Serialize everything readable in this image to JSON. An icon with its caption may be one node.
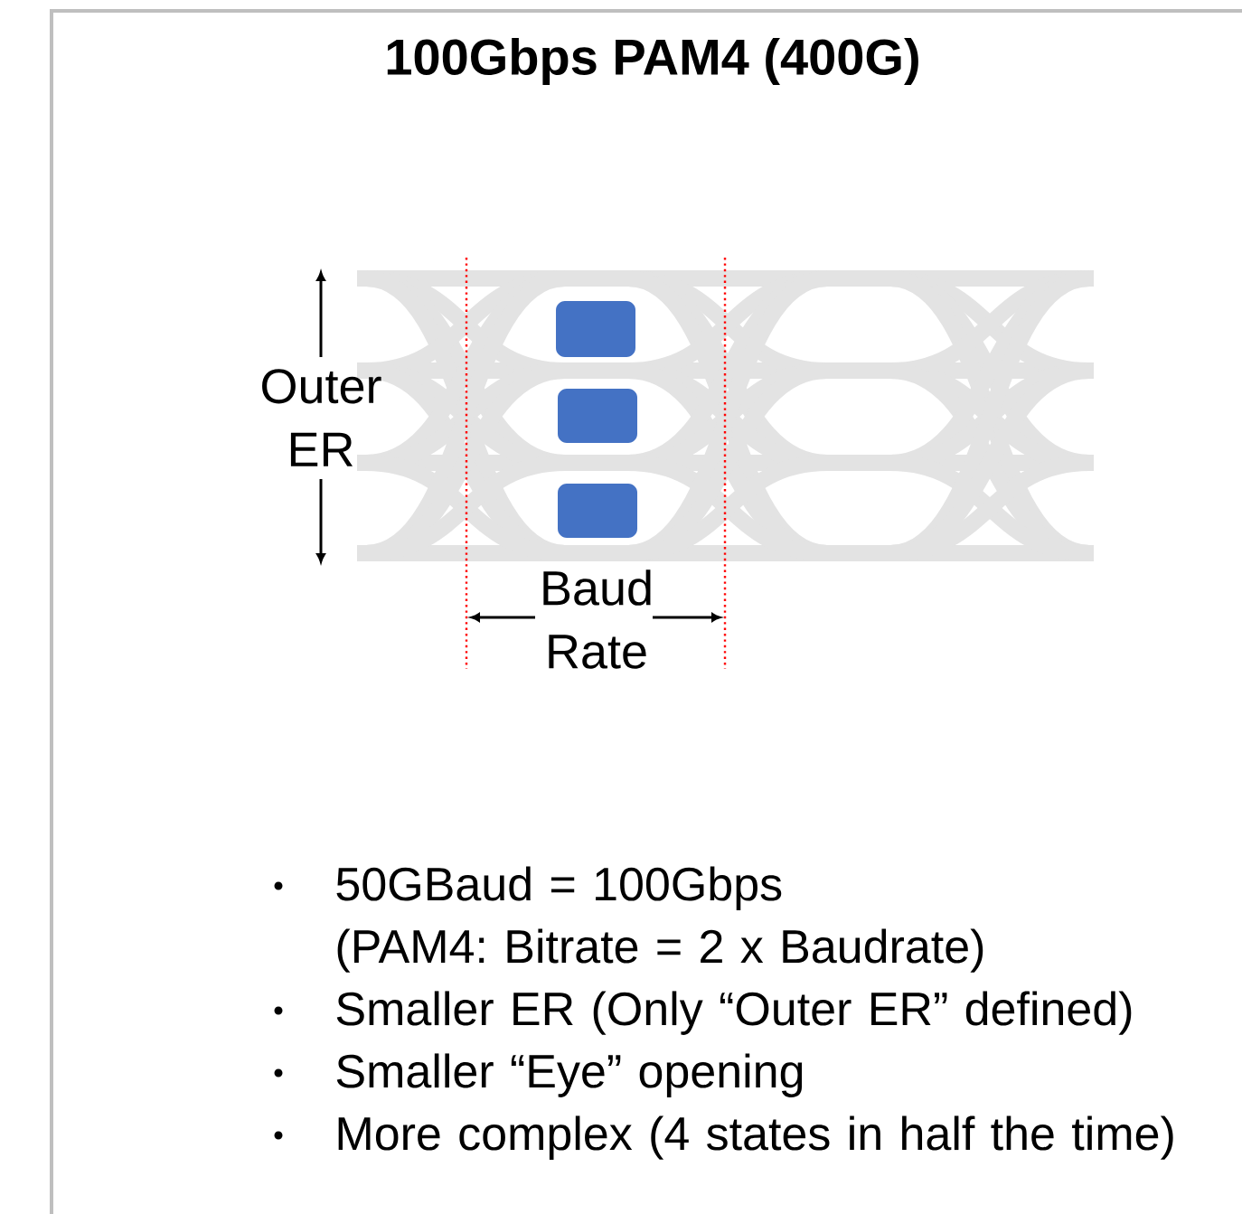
{
  "diagram": {
    "title": "100Gbps PAM4 (400G)",
    "labels": [
      "Outer ER",
      "Baud Rate",
      "50GBaud = 100Gbps",
      "(PAM4: Bitrate = 2 x Baudrate)",
      "Smaller ER (Only “Outer ER” defined)",
      "Smaller “Eye” opening",
      "More complex (4 states in half the time)"
    ]
  }
}
